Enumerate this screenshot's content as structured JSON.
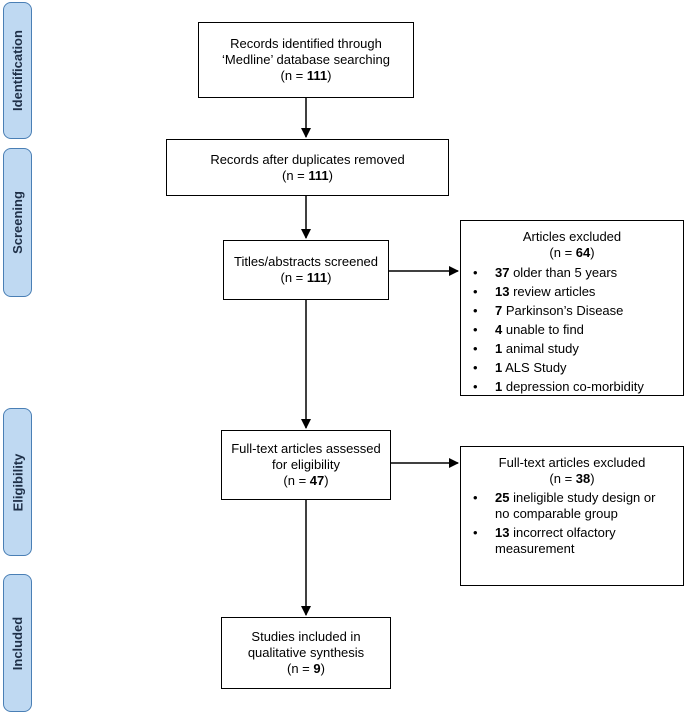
{
  "phases": [
    "Identification",
    "Screening",
    "Eligibility",
    "Included"
  ],
  "identified": {
    "line1": "Records identified through",
    "line2": "‘Medline’ database searching",
    "n_prefix": "(n = ",
    "n": "111",
    "n_suffix": ")"
  },
  "deduplicated": {
    "line1": "Records after duplicates removed",
    "n_prefix": "(n = ",
    "n": "111",
    "n_suffix": ")"
  },
  "screened": {
    "line1": "Titles/abstracts screened",
    "n_prefix": "(n = ",
    "n": "111",
    "n_suffix": ")"
  },
  "excluded_abstracts": {
    "title": "Articles excluded",
    "n_prefix": "(n = ",
    "n": "64",
    "n_suffix": ")",
    "items": [
      {
        "count": "37",
        "text": " older than 5 years"
      },
      {
        "count": "13",
        "text": " review articles"
      },
      {
        "count": "7",
        "text": " Parkinson’s Disease"
      },
      {
        "count": "4",
        "text": " unable to find"
      },
      {
        "count": "1",
        "text": " animal study"
      },
      {
        "count": "1",
        "text": " ALS Study"
      },
      {
        "count": "1",
        "text": " depression co-morbidity"
      }
    ]
  },
  "fulltext": {
    "line1": "Full-text articles assessed",
    "line2": "for eligibility",
    "n_prefix": "(n = ",
    "n": "47",
    "n_suffix": ")"
  },
  "excluded_fulltext": {
    "title": "Full-text articles excluded",
    "n_prefix": "(n = ",
    "n": "38",
    "n_suffix": ")",
    "items": [
      {
        "count": "25",
        "line1": " ineligible study design or",
        "line2": "no comparable group"
      },
      {
        "count": "13",
        "line1": " incorrect olfactory",
        "line2": "measurement"
      }
    ]
  },
  "included": {
    "line1": "Studies included in",
    "line2": "qualitative synthesis",
    "n_prefix": "(n = ",
    "n": "9",
    "n_suffix": ")"
  }
}
